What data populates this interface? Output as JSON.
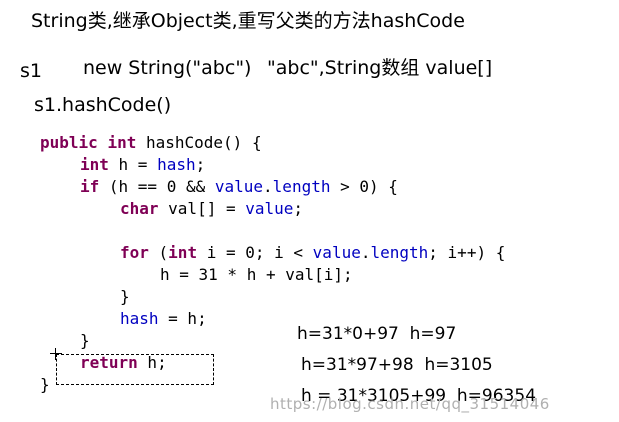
{
  "title": "String类,继承Object类,重写父类的方法hashCode",
  "s1_label": "s1",
  "s1_new": "new String(\"abc\")",
  "s1_desc": "\"abc\",String数组 value[]",
  "call": "s1.hashCode()",
  "code": {
    "l1_kw1": "public",
    "l1_kw2": "int",
    "l1_rest": " hashCode() {",
    "l2_kw": "int",
    "l2_mid": " h = ",
    "l2_field": "hash",
    "l2_end": ";",
    "l3_kw": "if",
    "l3_mid": " (h == 0 && ",
    "l3_field1": "value",
    "l3_dot": ".",
    "l3_field2": "length",
    "l3_end": " > 0) {",
    "l4_kw": "char",
    "l4_mid": " val[] = ",
    "l4_field": "value",
    "l4_end": ";",
    "l5_kw1": "for",
    "l5_a": " (",
    "l5_kw2": "int",
    "l5_b": " i = 0; i < ",
    "l5_field1": "value",
    "l5_dot": ".",
    "l5_field2": "length",
    "l5_c": "; i++) {",
    "l6": "h = 31 * h + val[i];",
    "l7": "}",
    "l8_field": "hash",
    "l8_rest": " = h;",
    "l9": "}",
    "l10_kw": "return",
    "l10_rest": " h;",
    "l11": "}"
  },
  "calc": {
    "c1": "h=31*0+97  h=97",
    "c2": "h=31*97+98  h=3105",
    "c3": "h = 31*3105+99  h=96354"
  },
  "watermark": "https://blog.csdn.net/qq_31514046"
}
